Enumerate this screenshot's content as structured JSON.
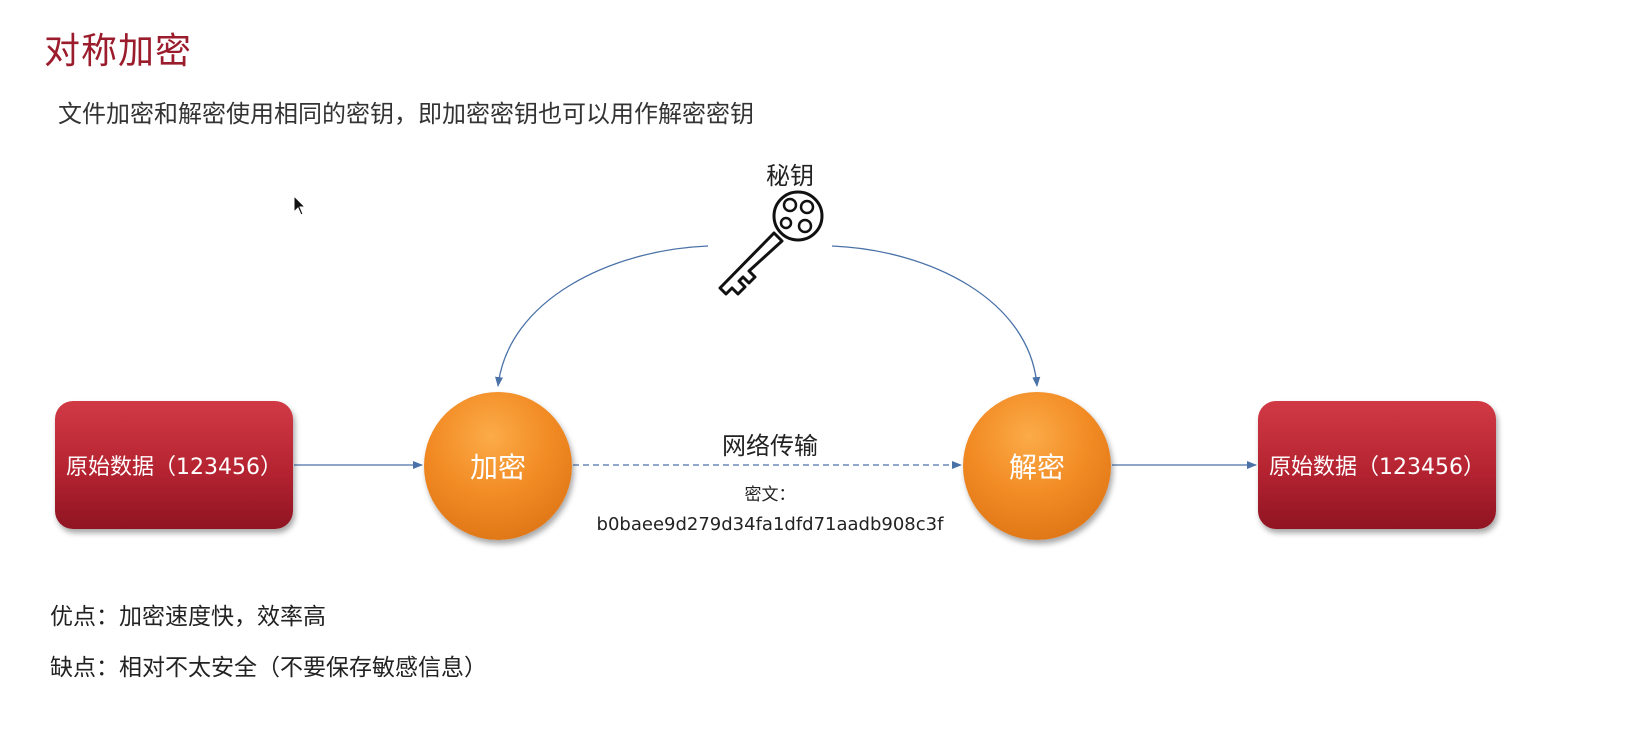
{
  "title": "对称加密",
  "subtitle": "文件加密和解密使用相同的密钥，即加密密钥也可以用作解密密钥",
  "diagram": {
    "key_label": "秘钥",
    "source_box": "原始数据（123456）",
    "encrypt_node": "加密",
    "decrypt_node": "解密",
    "target_box": "原始数据（123456）",
    "channel_label": "网络传输",
    "ciphertext_label": "密文：",
    "ciphertext_value": "b0baee9d279d34fa1dfd71aadb908c3f",
    "colors": {
      "box_red": "#b52331",
      "circle_orange": "#f28b24",
      "arrow_blue": "#4a72a8",
      "title_red": "#9b1c2c"
    }
  },
  "notes": {
    "pros": "优点：加密速度快，效率高",
    "cons": "缺点：相对不太安全（不要保存敏感信息）"
  }
}
